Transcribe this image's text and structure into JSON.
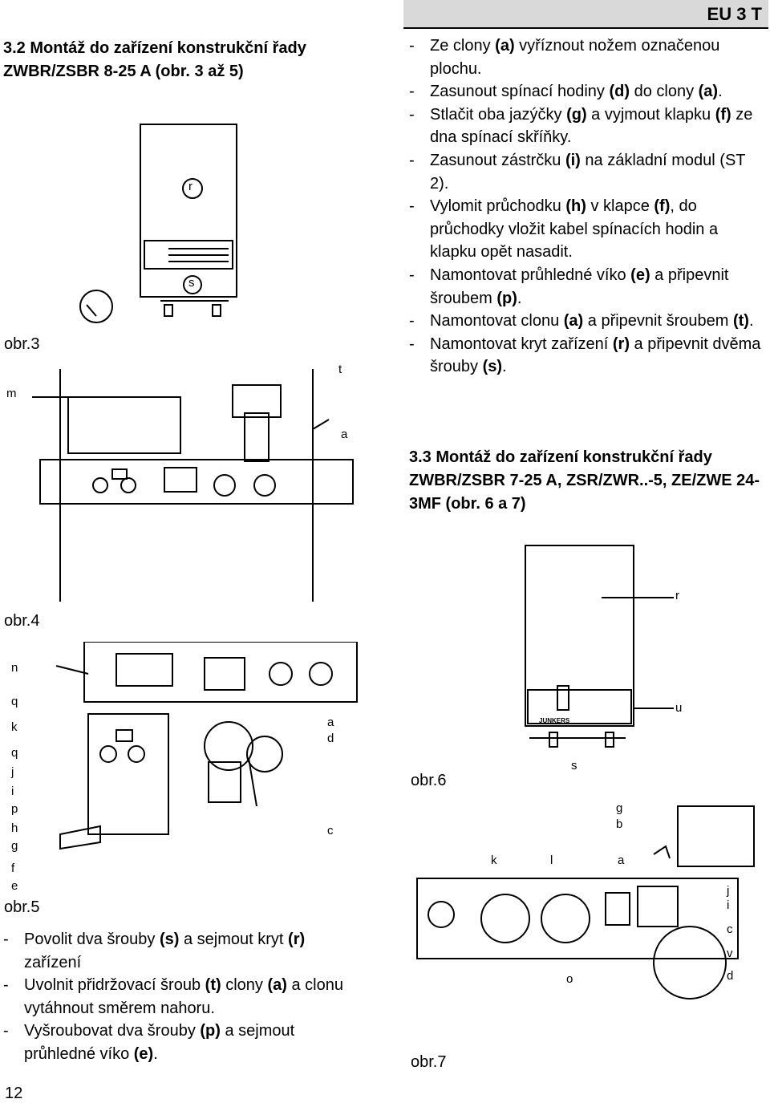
{
  "header": {
    "code": "EU 3 T"
  },
  "page_number": "12",
  "section_3_2": {
    "title": "3.2 Montáž do zařízení konstrukční řady ZWBR/ZSBR 8-25 A (obr. 3 až 5)",
    "steps_left": [
      [
        "- Povolit dva šrouby ",
        "(s)",
        " a sejmout kryt ",
        "(r)",
        " zařízení"
      ],
      [
        "- Uvolnit přidržovací šroub ",
        "(t)",
        " clony ",
        "(a)",
        " a clonu vytáhnout směrem nahoru."
      ],
      [
        "- Vyšroubovat dva šrouby ",
        "(p)",
        " a sejmout průhledné víko ",
        "(e)",
        "."
      ]
    ],
    "steps_right": [
      "- Ze clony (a) vyříznout nožem označenou plochu.",
      "- Zasunout spínací hodiny (d) do clony (a).",
      "- Stlačit oba jazýčky (g) a vyjmout klapku (f) ze dna spínací skříňky.",
      "- Zasunout zástrčku (i) na základní modul (ST 2).",
      "- Vylomit průchodku (h) v klapce (f), do průchodky vložit kabel spínacích hodin a klapku opět nasadit.",
      "- Namontovat průhledné víko (e) a připevnit šroubem (p).",
      "- Namontovat clonu (a) a připevnit šroubem (t).",
      "- Namontovat kryt zařízení (r) a připevnit dvěma šrouby (s)."
    ]
  },
  "section_3_3": {
    "title": "3.3 Montáž do zařízení konstrukční řady ZWBR/ZSBR 7-25 A, ZSR/ZWR..-5, ZE/ZWE 24-3MF (obr. 6 a 7)"
  },
  "figures": {
    "obr3": {
      "caption": "obr.3",
      "labels": {
        "r": "r",
        "s": "s"
      }
    },
    "obr4": {
      "caption": "obr.4",
      "labels": {
        "m": "m",
        "t": "t",
        "a": "a"
      }
    },
    "obr5": {
      "caption": "obr.5",
      "labels": [
        "n",
        "q",
        "k",
        "q",
        "j",
        "i",
        "p",
        "h",
        "g",
        "f",
        "e",
        "a",
        "d",
        "c"
      ]
    },
    "obr6": {
      "caption": "obr.6",
      "labels": {
        "r": "r",
        "u": "u",
        "s": "s"
      },
      "brand": "JUNKERS"
    },
    "obr7": {
      "caption": "obr.7",
      "labels": [
        "g",
        "b",
        "k",
        "l",
        "a",
        "j",
        "i",
        "c",
        "v",
        "d",
        "o"
      ]
    }
  }
}
